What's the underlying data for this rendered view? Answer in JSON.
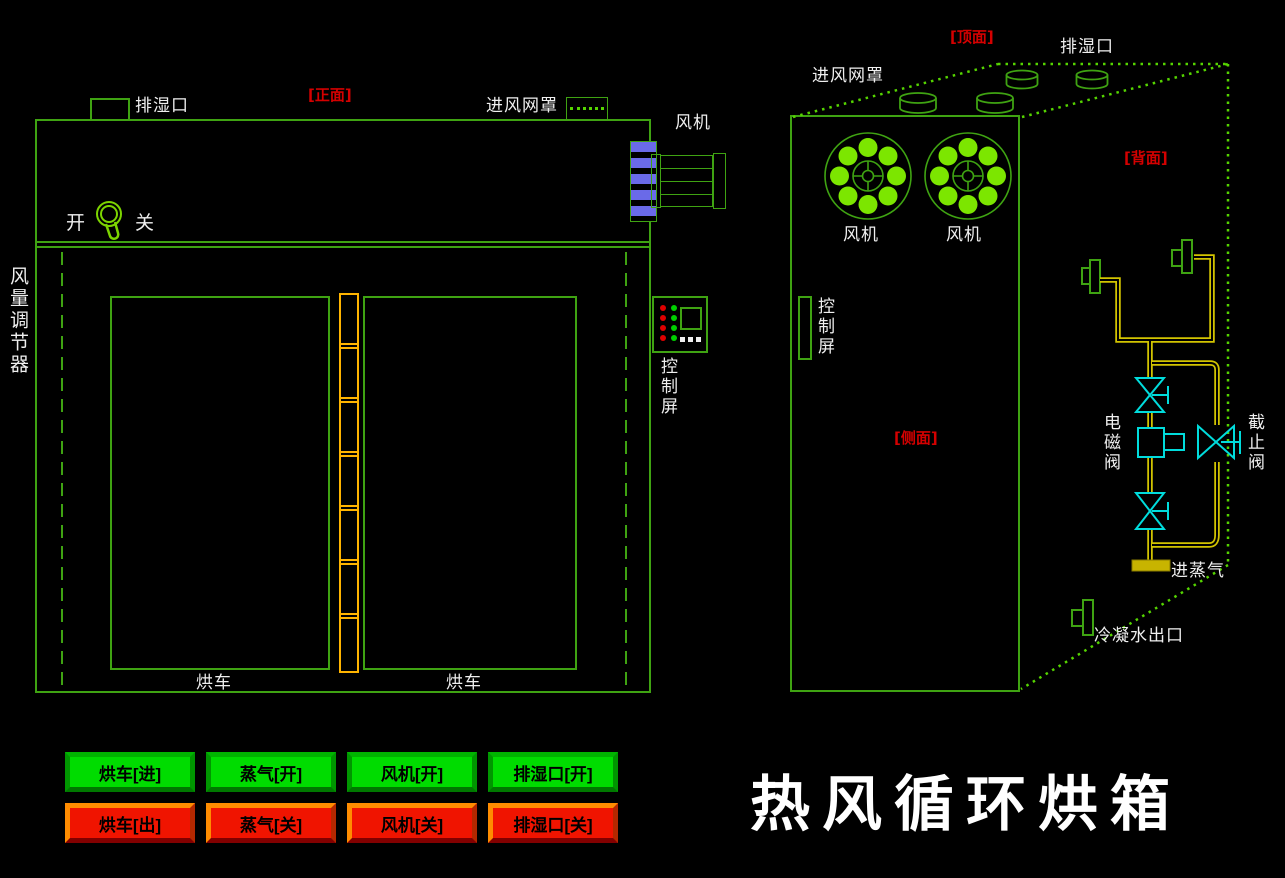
{
  "title": "热风循环烘箱",
  "colors": {
    "background": "#000000",
    "cad_line_green": "#3fa312",
    "bright_green": "#7ce600",
    "dotted_green": "#55d400",
    "label_white": "#efefef",
    "view_label_red": "#d40000",
    "stripe_blue": "#6a6ae8",
    "ladder_orange": "#ffb400",
    "pipe_yellow": "#d2c400",
    "valve_cyan": "#00dcdc",
    "button_on_green": "#00dc00",
    "button_off_red": "#f01400"
  },
  "front_view": {
    "view_label": "[正面]",
    "exhaust_port": "排湿口",
    "inlet_mesh": "进风网罩",
    "fan": "风机",
    "switch_open": "开",
    "switch_close": "关",
    "air_regulator": "风量调节器",
    "control_screen": "控制屏",
    "cart_left": "烘车",
    "cart_right": "烘车"
  },
  "perspective_view": {
    "top_label": "[顶面]",
    "back_label": "[背面]",
    "side_label": "[侧面]",
    "inlet_mesh": "进风网罩",
    "exhaust_port": "排湿口",
    "fan_left": "风机",
    "fan_right": "风机",
    "control_screen": "控制屏",
    "solenoid_valve": "电磁阀",
    "stop_valve": "截止阀",
    "steam_inlet": "进蒸气",
    "condensate_outlet": "冷凝水出口"
  },
  "buttons": {
    "on_row": [
      "烘车[进]",
      "蒸气[开]",
      "风机[开]",
      "排湿口[开]"
    ],
    "off_row": [
      "烘车[出]",
      "蒸气[关]",
      "风机[关]",
      "排湿口[关]"
    ]
  }
}
